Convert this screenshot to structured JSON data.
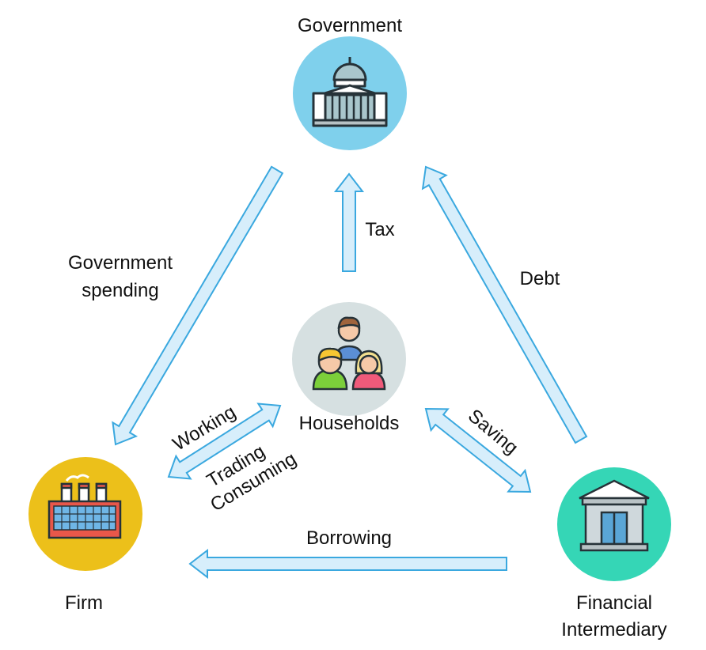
{
  "nodes": {
    "government": {
      "label": "Government",
      "color": "#7fd0ec",
      "icon": "capitol-building-icon"
    },
    "households": {
      "label": "Households",
      "color": "#d6e0e1",
      "icon": "family-icon"
    },
    "firm": {
      "label": "Firm",
      "color": "#ecc01a",
      "icon": "factory-icon"
    },
    "financial": {
      "label_line1": "Financial",
      "label_line2": "Intermediary",
      "color": "#35d6b6",
      "icon": "bank-icon"
    }
  },
  "flows": {
    "government_spending": {
      "line1": "Government",
      "line2": "spending"
    },
    "tax": "Tax",
    "debt": "Debt",
    "working": "Working",
    "trading": "Trading",
    "consuming": "Consuming",
    "saving": "Saving",
    "borrowing": "Borrowing"
  },
  "colors": {
    "arrow_fill": "#d7eefb",
    "arrow_stroke": "#3aa8df"
  }
}
